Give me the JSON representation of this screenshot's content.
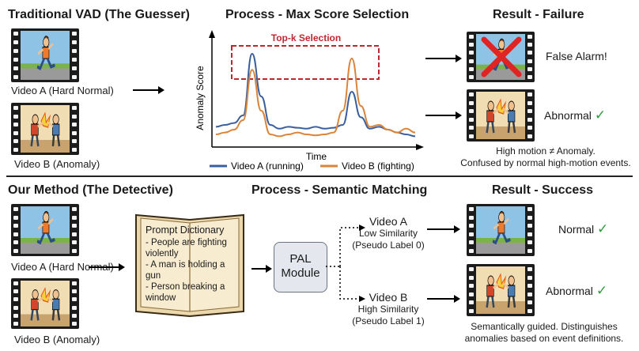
{
  "top": {
    "title": "Traditional VAD (The Guesser)",
    "video_a": "Video A (Hard Normal)",
    "video_b": "Video B (Anomaly)",
    "process_title": "Process - Max Score Selection",
    "topk_label": "Top-k Selection",
    "chart_data": {
      "type": "line",
      "xlabel": "Time",
      "ylabel": "Anomaly Score",
      "series": [
        {
          "name": "Video A (running)",
          "color": "#3a5f9e",
          "values": [
            0.18,
            0.2,
            0.22,
            0.3,
            0.95,
            0.5,
            0.2,
            0.16,
            0.18,
            0.17,
            0.16,
            0.18,
            0.16,
            0.17,
            0.2,
            0.55,
            0.28,
            0.16,
            0.18,
            0.15,
            0.12,
            0.1,
            0.08
          ]
        },
        {
          "name": "Video B (fighting)",
          "color": "#d9853b",
          "values": [
            0.1,
            0.12,
            0.15,
            0.25,
            0.78,
            0.35,
            0.1,
            0.08,
            0.1,
            0.12,
            0.1,
            0.09,
            0.1,
            0.12,
            0.35,
            0.9,
            0.4,
            0.18,
            0.2,
            0.15,
            0.12,
            0.16,
            0.12
          ]
        }
      ]
    },
    "result_title": "Result - Failure",
    "result_1": "False Alarm!",
    "result_2": "Abnormal",
    "check": "✓",
    "caption_1": "High motion ≠ Anomaly.",
    "caption_2": "Confused by normal high-motion events."
  },
  "bottom": {
    "title": "Our Method (The Detective)",
    "video_a": "Video A (Hard Normal)",
    "video_b": "Video B (Anomaly)",
    "process_title": "Process - Semantic Matching",
    "dict_title": "Prompt Dictionary",
    "dict_items": [
      "- People are fighting violently",
      "- A man is holding a gun",
      "- Person breaking a window"
    ],
    "module_line1": "PAL",
    "module_line2": "Module",
    "out_a_title": "Video A",
    "out_a_sub1": "Low Similarity",
    "out_a_sub2": "(Pseudo Label 0)",
    "out_b_title": "Video B",
    "out_b_sub1": "High Similarity",
    "out_b_sub2": "(Pseudo Label 1)",
    "result_title": "Result - Success",
    "result_1": "Normal",
    "result_2": "Abnormal",
    "check": "✓",
    "caption_1": "Semantically guided. Distinguishes",
    "caption_2": "anomalies based on event definitions."
  }
}
